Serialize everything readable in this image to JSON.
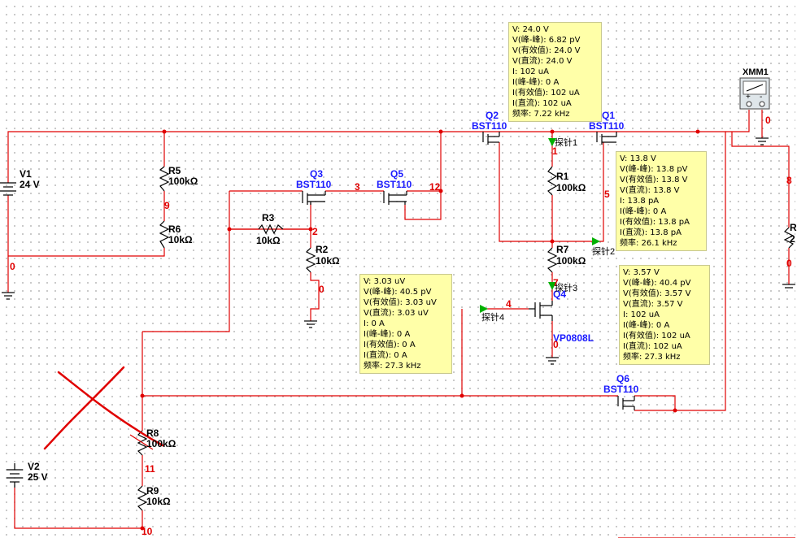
{
  "components": {
    "V1": {
      "ref": "V1",
      "value": "24 V"
    },
    "V2": {
      "ref": "V2",
      "value": "25 V"
    },
    "R1": {
      "ref": "R1",
      "value": "100kΩ"
    },
    "R2": {
      "ref": "R2",
      "value": "10kΩ"
    },
    "R3": {
      "ref": "R3",
      "value": "10kΩ"
    },
    "R5": {
      "ref": "R5",
      "value": "100kΩ"
    },
    "R6": {
      "ref": "R6",
      "value": "10kΩ"
    },
    "R7": {
      "ref": "R7",
      "value": "100kΩ"
    },
    "R8": {
      "ref": "R8",
      "value": "100kΩ"
    },
    "R9": {
      "ref": "R9",
      "value": "10kΩ"
    },
    "Q1": {
      "ref": "Q1",
      "value": "BST110"
    },
    "Q2": {
      "ref": "Q2",
      "value": "BST110"
    },
    "Q3": {
      "ref": "Q3",
      "value": "BST110"
    },
    "Q4": {
      "ref": "Q4",
      "value": "VP0808L"
    },
    "Q5": {
      "ref": "Q5",
      "value": "BST110"
    },
    "Q6": {
      "ref": "Q6",
      "value": "BST110"
    },
    "XMM1": {
      "ref": "XMM1"
    },
    "R_edge": {
      "ref": "R",
      "value": "2"
    }
  },
  "nets": {
    "n0a": "0",
    "n0b": "0",
    "n0c": "0",
    "n0d": "0",
    "n0e": "0",
    "n0f": "0",
    "n1": "1",
    "n2": "2",
    "n3": "3",
    "n4": "4",
    "n5": "5",
    "n7": "7",
    "n8": "8",
    "n9": "9",
    "n10": "10",
    "n11": "11",
    "n12": "12"
  },
  "probes": {
    "p1": "探针1",
    "p2": "探针2",
    "p3": "探针3",
    "p4": "探针4"
  },
  "meter_plus": "+",
  "meter_minus": "-",
  "tooltips": {
    "t1": [
      "V: 24.0 V",
      "V(峰-峰): 6.82 pV",
      "V(有效值): 24.0 V",
      "V(直流): 24.0 V",
      "I: 102 uA",
      "I(峰-峰): 0 A",
      "I(有效值): 102 uA",
      "I(直流): 102 uA",
      "频率: 7.22 kHz"
    ],
    "t2": [
      "V: 13.8 V",
      "V(峰-峰): 13.8 pV",
      "V(有效值): 13.8 V",
      "V(直流): 13.8 V",
      "I: 13.8 pA",
      "I(峰-峰): 0 A",
      "I(有效值): 13.8 pA",
      "I(直流): 13.8 pA",
      "频率: 26.1 kHz"
    ],
    "t3": [
      "V: 3.57 V",
      "V(峰-峰): 40.4 pV",
      "V(有效值): 3.57 V",
      "V(直流): 3.57 V",
      "I: 102 uA",
      "I(峰-峰): 0 A",
      "I(有效值): 102 uA",
      "I(直流): 102 uA",
      "频率: 27.3 kHz"
    ],
    "t4": [
      "V: 3.03 uV",
      "V(峰-峰): 40.5 pV",
      "V(有效值): 3.03 uV",
      "V(直流): 3.03 uV",
      "I: 0 A",
      "I(峰-峰): 0 A",
      "I(有效值): 0 A",
      "I(直流): 0 A",
      "频率: 27.3 kHz"
    ]
  },
  "colors": {
    "wire": "#e00000",
    "component": "#000000",
    "label_blue": "#1a1aff",
    "tooltip_bg": "#ffffa8",
    "probe": "#00b000"
  }
}
